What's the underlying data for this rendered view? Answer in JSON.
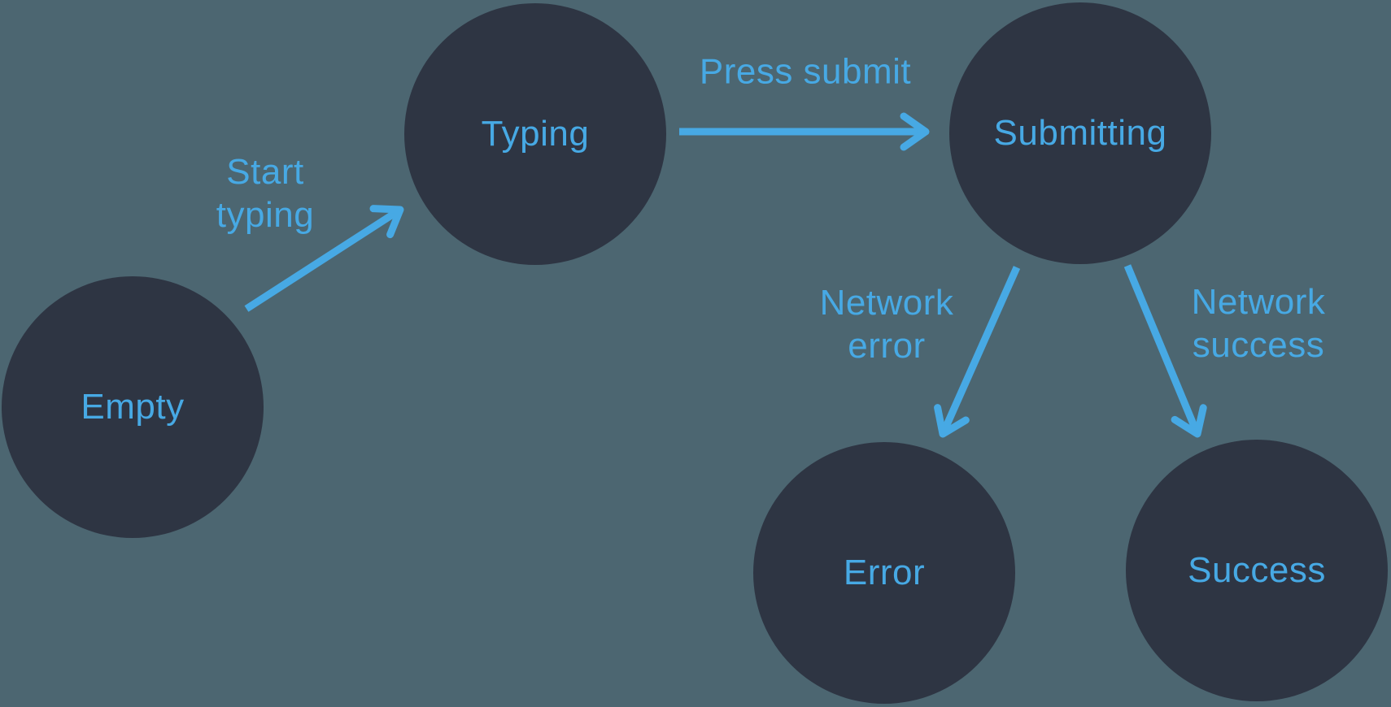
{
  "diagram_type": "state-machine",
  "colors": {
    "background": "#4c6671",
    "node_fill": "#2e3543",
    "accent": "#47a9e4"
  },
  "nodes": [
    {
      "id": "empty",
      "label": "Empty"
    },
    {
      "id": "typing",
      "label": "Typing"
    },
    {
      "id": "submitting",
      "label": "Submitting"
    },
    {
      "id": "error",
      "label": "Error"
    },
    {
      "id": "success",
      "label": "Success"
    }
  ],
  "edges": [
    {
      "id": "start-typing",
      "from": "empty",
      "to": "typing",
      "label": "Start typing",
      "label_lines": [
        "Start",
        "typing"
      ]
    },
    {
      "id": "press-submit",
      "from": "typing",
      "to": "submitting",
      "label": "Press submit",
      "label_lines": [
        "Press submit",
        ""
      ]
    },
    {
      "id": "network-error",
      "from": "submitting",
      "to": "error",
      "label": "Network error",
      "label_lines": [
        "Network",
        "error"
      ]
    },
    {
      "id": "network-success",
      "from": "submitting",
      "to": "success",
      "label": "Network success",
      "label_lines": [
        "Network",
        "success"
      ]
    }
  ]
}
